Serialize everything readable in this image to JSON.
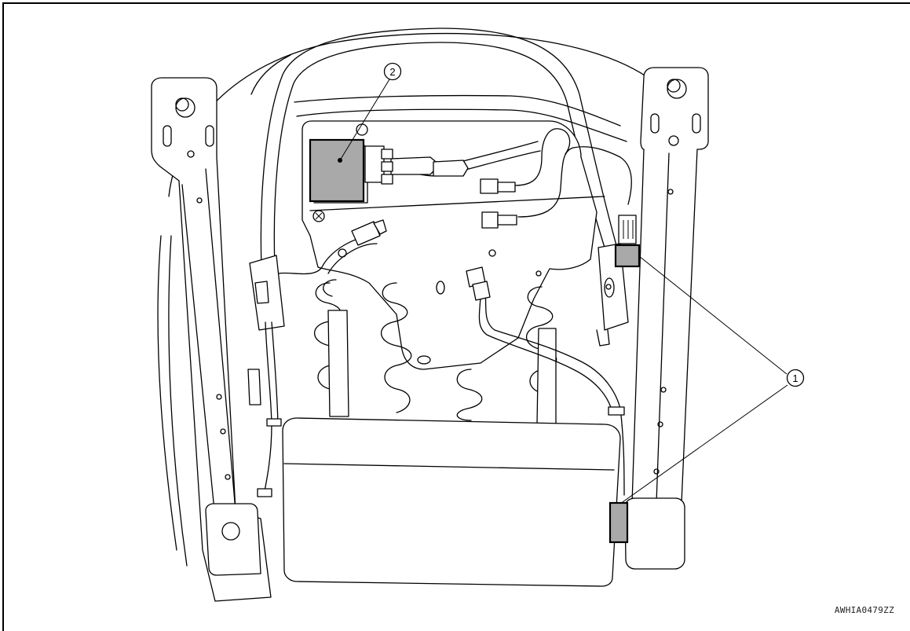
{
  "figure": {
    "code": "AWHIA0479ZZ"
  },
  "callouts": [
    {
      "number": "1"
    },
    {
      "number": "2"
    }
  ],
  "colors": {
    "line": "#000000",
    "highlight_fill": "#a9a9a9",
    "background": "#ffffff"
  },
  "icons": {
    "callout_marker": "circled-number"
  }
}
